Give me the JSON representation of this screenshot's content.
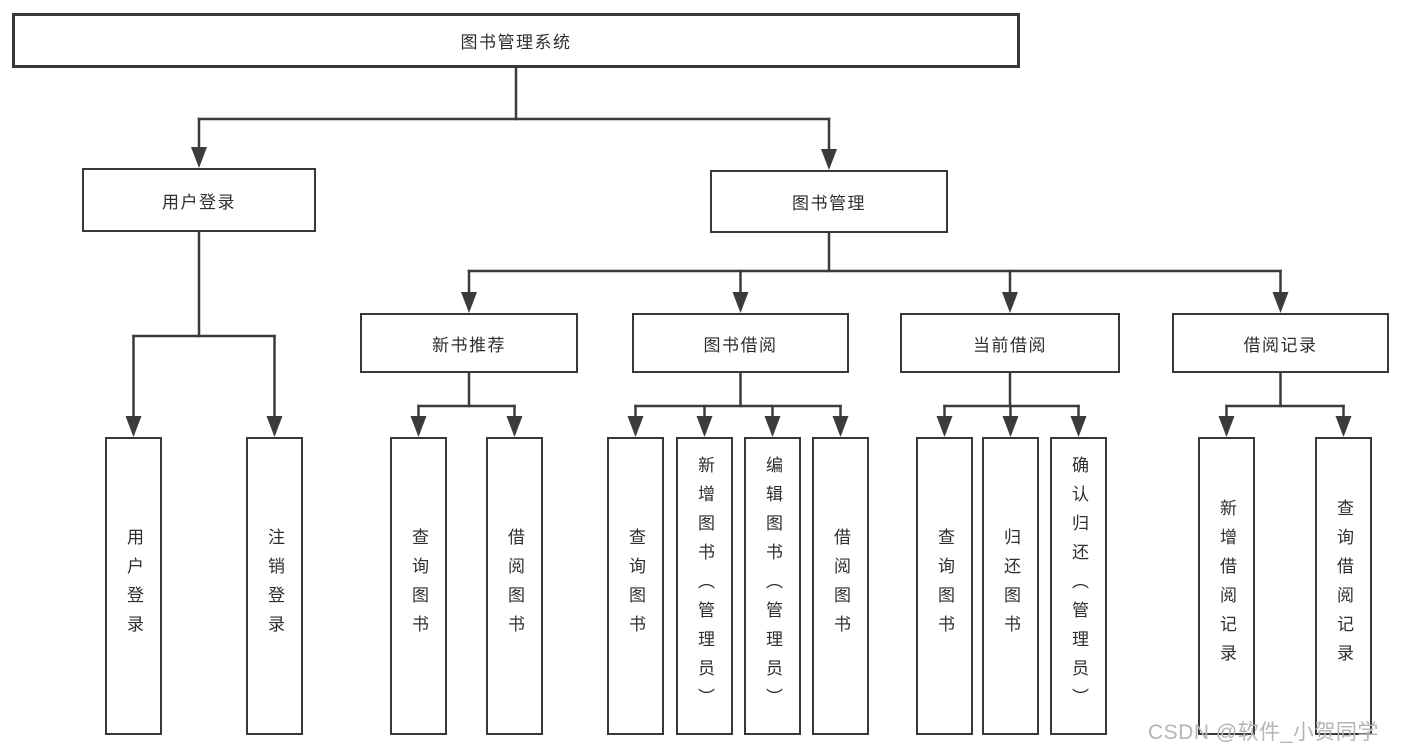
{
  "diagram": {
    "title": "图书管理系统",
    "level2": {
      "user_login": "用户登录",
      "book_management": "图书管理"
    },
    "level3": {
      "new_book_recommend": "新书推荐",
      "book_borrow": "图书借阅",
      "current_borrow": "当前借阅",
      "borrow_records": "借阅记录"
    },
    "leaves": {
      "user_login": [
        "用户登录",
        "注销登录"
      ],
      "new_book_recommend": [
        "查询图书",
        "借阅图书"
      ],
      "book_borrow": [
        "查询图书",
        "新增图书（管理员）",
        "编辑图书（管理员）",
        "借阅图书"
      ],
      "current_borrow": [
        "查询图书",
        "归还图书",
        "确认归还（管理员）"
      ],
      "borrow_records": [
        "新增借阅记录",
        "查询借阅记录"
      ]
    }
  },
  "watermark": "CSDN @软件_小贺同学",
  "colors": {
    "line": "#3b3b3b",
    "box_border": "#383838",
    "text": "#2e2e2e",
    "watermark": "#b5b5b5",
    "background": "#ffffff"
  }
}
